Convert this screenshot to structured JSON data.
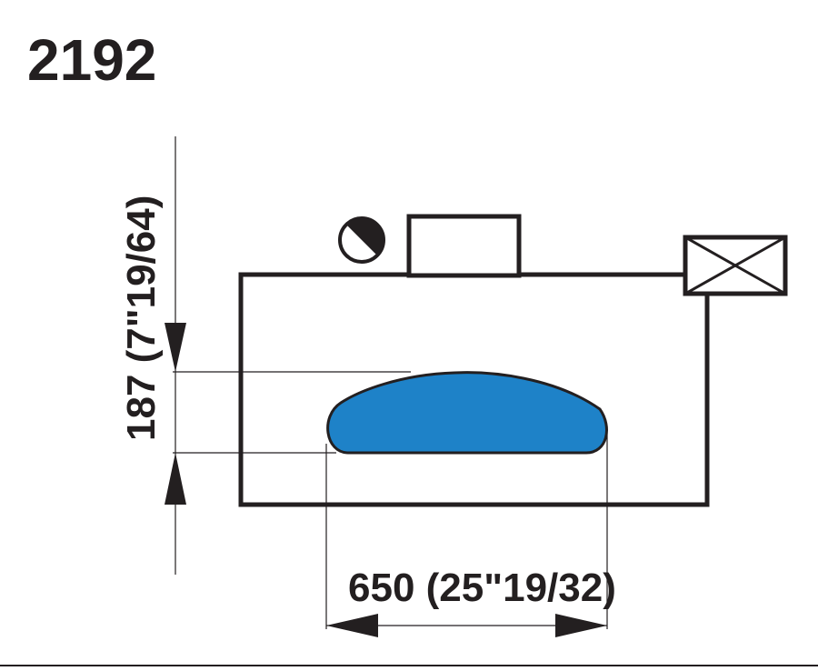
{
  "model_number": "2192",
  "dimensions": {
    "height": "187 (7\"19/64)",
    "width": "650 (25\"19/32)"
  },
  "colors": {
    "outline": "#231f20",
    "pad_fill": "#1e82c8",
    "background": "#ffffff"
  }
}
